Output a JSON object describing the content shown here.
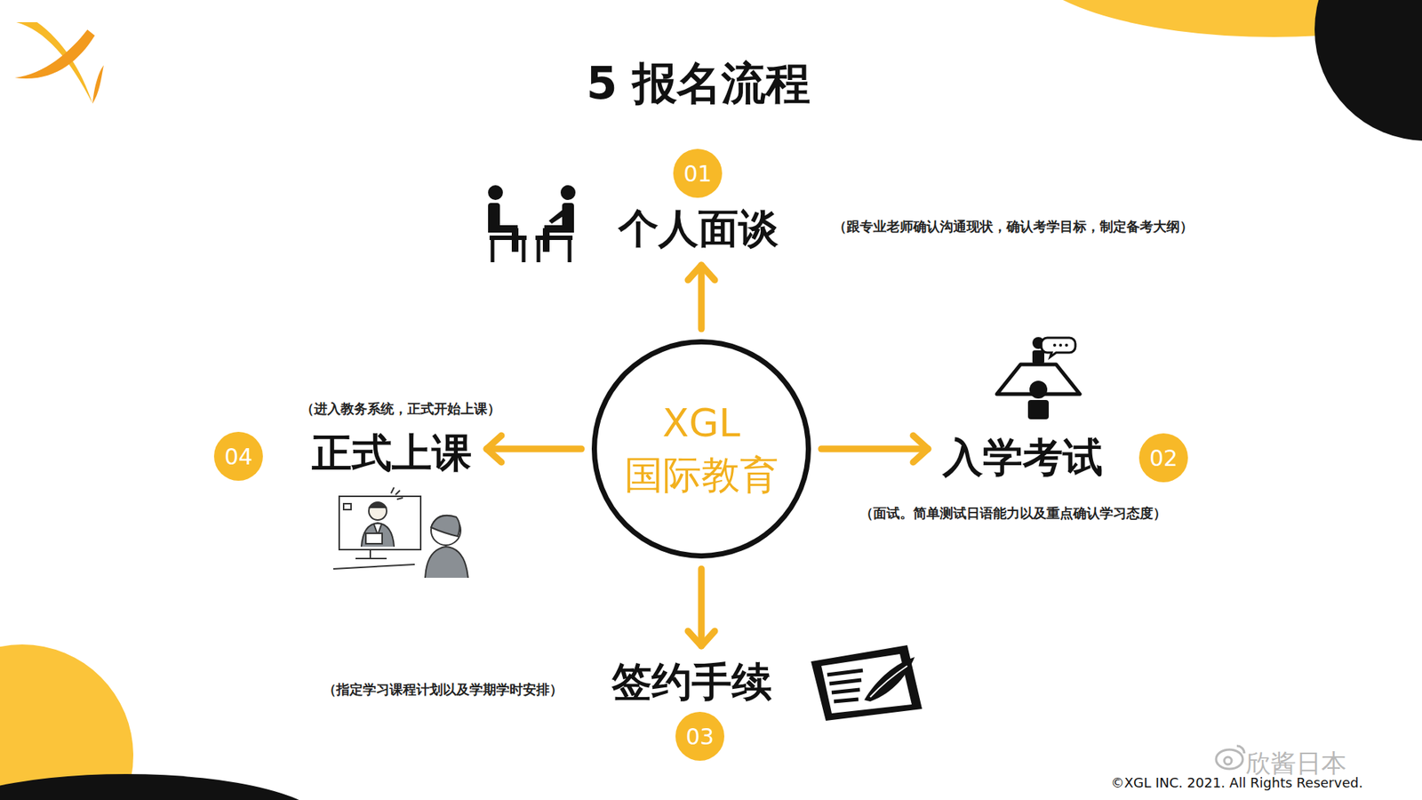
{
  "diagram": {
    "title": "5 报名流程",
    "nodes": [
      {
        "text": [
          "XGL",
          "国际教育"
        ]
      },
      {
        "text": [
          "01"
        ]
      },
      {
        "text": [
          "个人面谈",
          "（跟专业老师确认沟通现状，确认考学目标，制定备考大纲）"
        ]
      },
      {
        "text": [
          "02"
        ]
      },
      {
        "text": [
          "入学考试",
          "（面试。简单测试日语能力以及重点确认学习态度）"
        ]
      },
      {
        "text": [
          "03"
        ]
      },
      {
        "text": [
          "签约手续",
          "（指定学习课程计划以及学期学时安排）"
        ]
      },
      {
        "text": [
          "04"
        ]
      },
      {
        "text": [
          "正式上课",
          "（进入教务系统，正式开始上课）"
        ]
      }
    ],
    "edges": [
      {
        "from": 0,
        "to": 2,
        "arrow": "to"
      },
      {
        "from": 0,
        "to": 4,
        "arrow": "to"
      },
      {
        "from": 0,
        "to": 6,
        "arrow": "to"
      },
      {
        "from": 0,
        "to": 8,
        "arrow": "to"
      }
    ],
    "labels": [
      "欣酱日本",
      "©XGL INC. 2021. All Rights Reserved."
    ]
  }
}
